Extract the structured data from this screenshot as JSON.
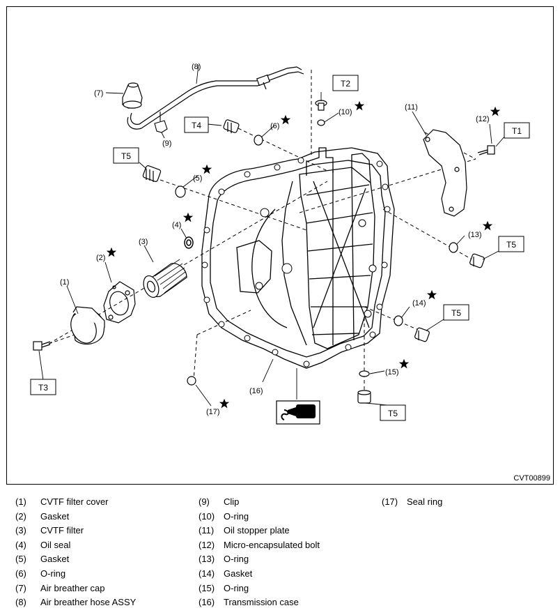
{
  "figure_id": "CVT00899",
  "torque_labels": [
    "T1",
    "T2",
    "T3",
    "T4",
    "T5"
  ],
  "callouts": [
    "(1)",
    "(2)",
    "(3)",
    "(4)",
    "(5)",
    "(6)",
    "(7)",
    "(8)",
    "(9)",
    "(10)",
    "(11)",
    "(12)",
    "(13)",
    "(14)",
    "(15)",
    "(16)",
    "(17)"
  ],
  "legend": [
    {
      "num": "(1)",
      "name": "CVTF filter cover"
    },
    {
      "num": "(2)",
      "name": "Gasket"
    },
    {
      "num": "(3)",
      "name": "CVTF filter"
    },
    {
      "num": "(4)",
      "name": "Oil seal"
    },
    {
      "num": "(5)",
      "name": "Gasket"
    },
    {
      "num": "(6)",
      "name": "O-ring"
    },
    {
      "num": "(7)",
      "name": "Air breather cap"
    },
    {
      "num": "(8)",
      "name": "Air breather hose ASSY"
    },
    {
      "num": "(9)",
      "name": "Clip"
    },
    {
      "num": "(10)",
      "name": "O-ring"
    },
    {
      "num": "(11)",
      "name": "Oil stopper plate"
    },
    {
      "num": "(12)",
      "name": "Micro-encapsulated bolt"
    },
    {
      "num": "(13)",
      "name": "O-ring"
    },
    {
      "num": "(14)",
      "name": "Gasket"
    },
    {
      "num": "(15)",
      "name": "O-ring"
    },
    {
      "num": "(16)",
      "name": "Transmission case"
    },
    {
      "num": "(17)",
      "name": "Seal ring"
    }
  ]
}
